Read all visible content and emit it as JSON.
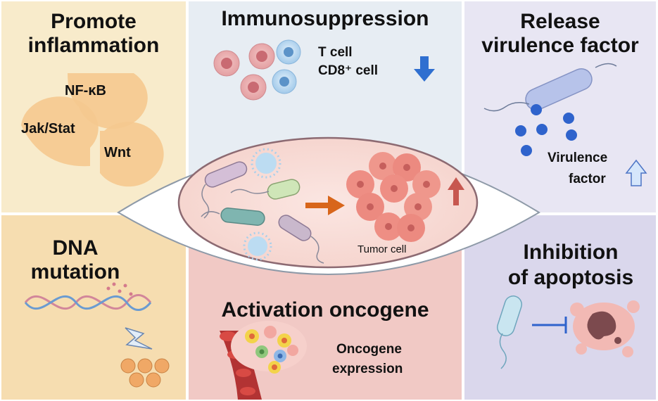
{
  "panels": {
    "top_left": {
      "title_line1": "Promote",
      "title_line2": "inflammation",
      "pathways": [
        "NF-κB",
        "Jak/Stat",
        "Wnt"
      ]
    },
    "top_center": {
      "title": "Immunosuppression",
      "label_line1": "T cell",
      "label_line2": "CD8⁺ cell"
    },
    "top_right": {
      "title_line1": "Release",
      "title_line2": "virulence factor",
      "label_line1": "Virulence",
      "label_line2": "factor"
    },
    "bottom_left": {
      "title_line1": "DNA",
      "title_line2": "mutation"
    },
    "bottom_center": {
      "title": "Activation oncogene",
      "label_line1": "Oncogene",
      "label_line2": "expression"
    },
    "bottom_right": {
      "title_line1": "Inhibition",
      "title_line2": "of apoptosis"
    }
  },
  "center": {
    "tumor_label": "Tumor cell"
  },
  "colors": {
    "panel_top_left": "#f8ebcb",
    "panel_top_center": "#e7edf3",
    "panel_top_right": "#e8e6f3",
    "panel_bottom_left": "#f6ddb0",
    "panel_bottom_center": "#f1c9c5",
    "panel_bottom_right": "#dad7ec",
    "bubble": "#f5c98f",
    "arrow_down": "#2f6fd0",
    "arrow_orange": "#d8661b",
    "tumor": "#ee8e84",
    "virulence_dots": "#2f63cc"
  }
}
